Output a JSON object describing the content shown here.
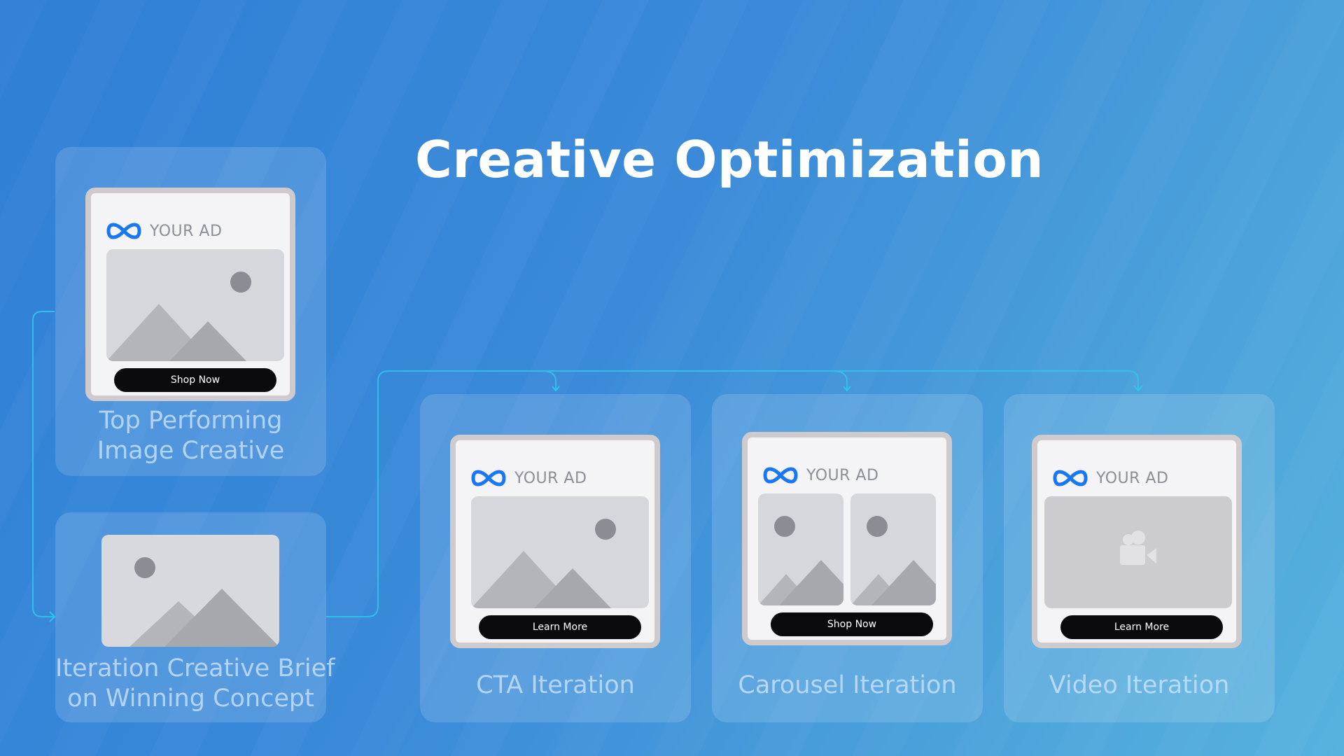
{
  "title": "Creative Optimization",
  "colors": {
    "connector": "#2fc4ea",
    "meta_logo": "#1877f2",
    "label_text": "#cde4ff",
    "cta_button": "#0a0a0c"
  },
  "top_creative": {
    "ad_label": "YOUR AD",
    "logo_icon": "meta-logo-icon",
    "cta": "Shop Now",
    "caption_line1": "Top Performing",
    "caption_line2": "Image Creative"
  },
  "brief": {
    "caption_line1": "Iteration Creative Brief",
    "caption_line2": "on Winning Concept"
  },
  "iterations": [
    {
      "ad_label": "YOUR AD",
      "cta": "Learn More",
      "caption": "CTA Iteration",
      "media": "image"
    },
    {
      "ad_label": "YOUR AD",
      "cta": "Shop Now",
      "caption": "Carousel Iteration",
      "media": "carousel"
    },
    {
      "ad_label": "YOUR AD",
      "cta": "Learn More",
      "caption": "Video Iteration",
      "media": "video",
      "icon": "video-camera-icon"
    }
  ]
}
